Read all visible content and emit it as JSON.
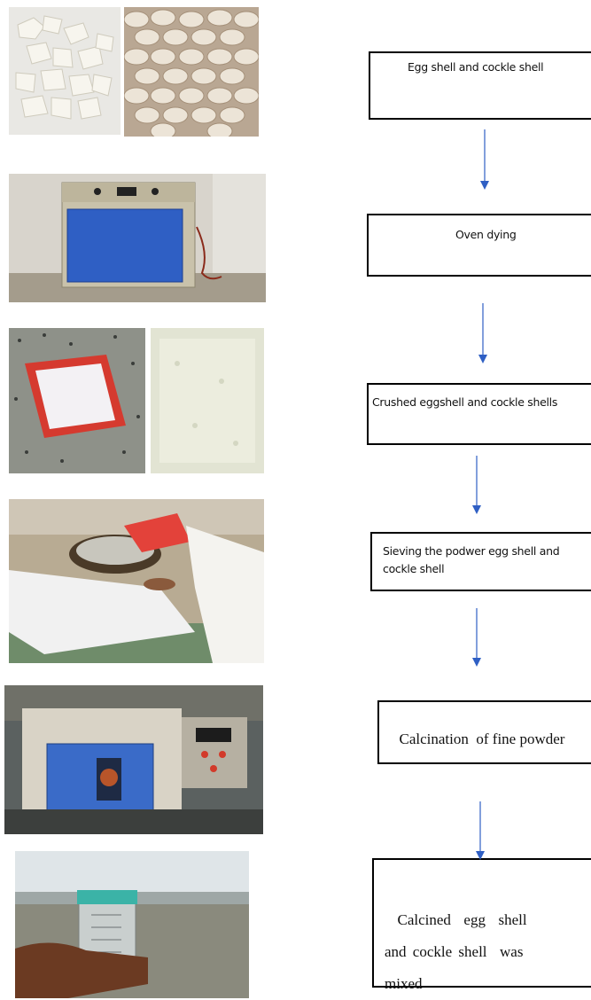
{
  "steps": [
    {
      "label": "Egg shell and cockle shell"
    },
    {
      "label": "Oven dying"
    },
    {
      "label": "Crushed eggshell and cockle shells"
    },
    {
      "label": "Sieving the podwer egg shell and cockle shell"
    },
    {
      "label": "Calcination  of fine powder"
    },
    {
      "label": "Calcined  egg  shell and cockle shell  was mixed"
    }
  ],
  "colors": {
    "arrow": "#2f5fc4",
    "box_border": "#000000"
  }
}
